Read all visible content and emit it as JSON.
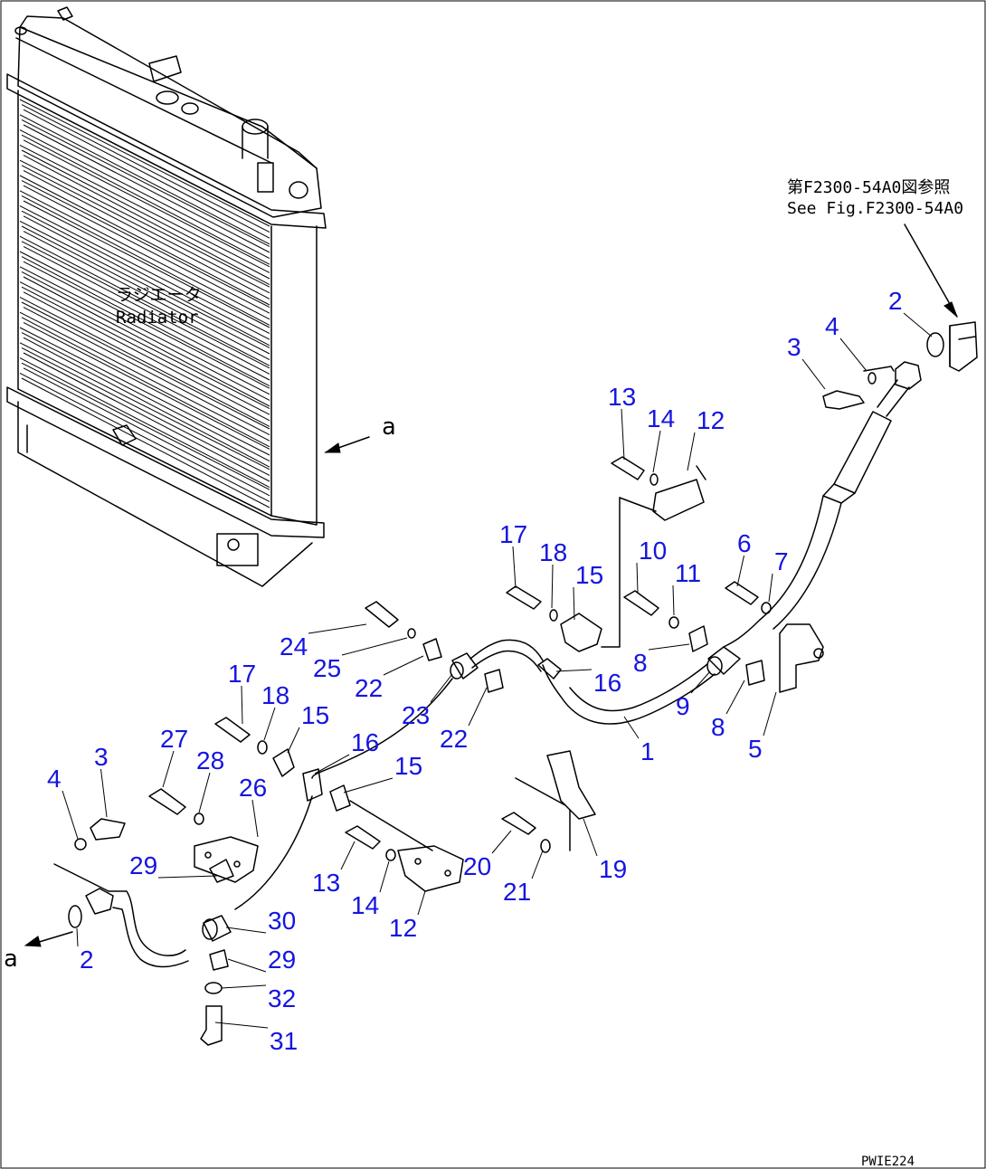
{
  "radiator_label": {
    "jp": "ラジエータ",
    "en": "Radiator"
  },
  "reference": {
    "jp": "第F2300-54A0図参照",
    "en": "See Fig.F2300-54A0"
  },
  "view_marker": "a",
  "drawing_code": "PWIE224",
  "callouts": [
    {
      "id": "c-2-top",
      "text": "2"
    },
    {
      "id": "c-3-top",
      "text": "3"
    },
    {
      "id": "c-4-top",
      "text": "4"
    },
    {
      "id": "c-13-top",
      "text": "13"
    },
    {
      "id": "c-14-top",
      "text": "14"
    },
    {
      "id": "c-12-top",
      "text": "12"
    },
    {
      "id": "c-17-mid",
      "text": "17"
    },
    {
      "id": "c-18-mid",
      "text": "18"
    },
    {
      "id": "c-15-mid",
      "text": "15"
    },
    {
      "id": "c-10",
      "text": "10"
    },
    {
      "id": "c-11",
      "text": "11"
    },
    {
      "id": "c-6",
      "text": "6"
    },
    {
      "id": "c-7",
      "text": "7"
    },
    {
      "id": "c-24",
      "text": "24"
    },
    {
      "id": "c-25",
      "text": "25"
    },
    {
      "id": "c-22-a",
      "text": "22"
    },
    {
      "id": "c-23",
      "text": "23"
    },
    {
      "id": "c-22-b",
      "text": "22"
    },
    {
      "id": "c-16-mid",
      "text": "16"
    },
    {
      "id": "c-8-a",
      "text": "8"
    },
    {
      "id": "c-9",
      "text": "9"
    },
    {
      "id": "c-8-b",
      "text": "8"
    },
    {
      "id": "c-5",
      "text": "5"
    },
    {
      "id": "c-1",
      "text": "1"
    },
    {
      "id": "c-17-low",
      "text": "17"
    },
    {
      "id": "c-18-low",
      "text": "18"
    },
    {
      "id": "c-15-low",
      "text": "15"
    },
    {
      "id": "c-16-low",
      "text": "16"
    },
    {
      "id": "c-15-low2",
      "text": "15"
    },
    {
      "id": "c-27",
      "text": "27"
    },
    {
      "id": "c-28",
      "text": "28"
    },
    {
      "id": "c-26",
      "text": "26"
    },
    {
      "id": "c-3-low",
      "text": "3"
    },
    {
      "id": "c-4-low",
      "text": "4"
    },
    {
      "id": "c-29-a",
      "text": "29"
    },
    {
      "id": "c-30",
      "text": "30"
    },
    {
      "id": "c-29-b",
      "text": "29"
    },
    {
      "id": "c-32",
      "text": "32"
    },
    {
      "id": "c-31",
      "text": "31"
    },
    {
      "id": "c-2-low",
      "text": "2"
    },
    {
      "id": "c-13-low",
      "text": "13"
    },
    {
      "id": "c-14-low",
      "text": "14"
    },
    {
      "id": "c-12-low",
      "text": "12"
    },
    {
      "id": "c-20",
      "text": "20"
    },
    {
      "id": "c-21",
      "text": "21"
    },
    {
      "id": "c-19",
      "text": "19"
    }
  ]
}
